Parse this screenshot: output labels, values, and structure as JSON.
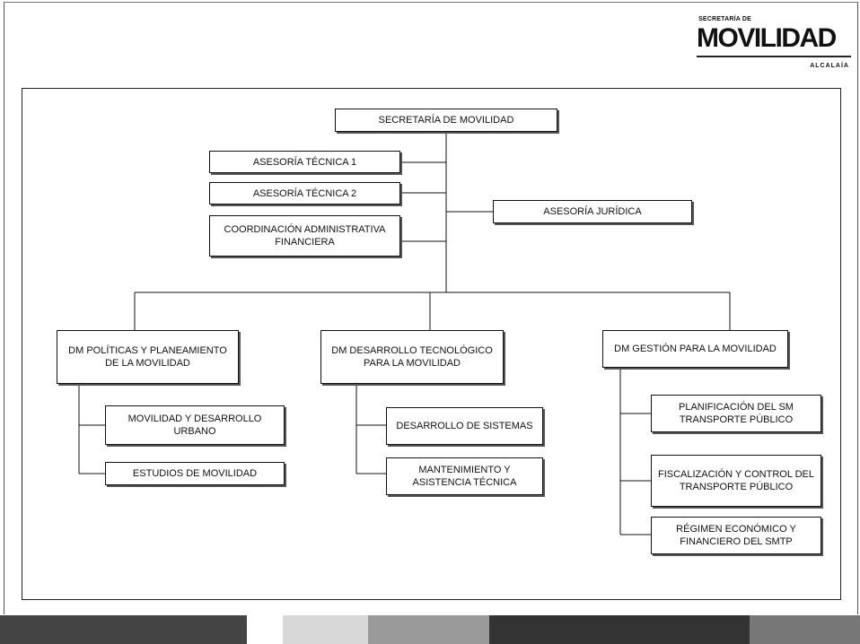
{
  "logo": {
    "prefix": "SECRETARÍA DE",
    "name": "MOVILIDAD",
    "city": "ALCALAÍA"
  },
  "chart": {
    "root": "SECRETARÍA DE MOVILIDAD",
    "advisors_left": [
      "ASESORÍA TÉCNICA 1",
      "ASESORÍA TÉCNICA 2",
      "COORDINACIÓN ADMINISTRATIVA FINANCIERA"
    ],
    "advisor_right": "ASESORÍA JURÍDICA",
    "branches": [
      {
        "title": "DM POLÍTICAS Y PLANEAMIENTO DE LA MOVILIDAD",
        "units": [
          "MOVILIDAD Y DESARROLLO URBANO",
          "ESTUDIOS DE MOVILIDAD"
        ]
      },
      {
        "title": "DM DESARROLLO TECNOLÓGICO PARA LA MOVILIDAD",
        "units": [
          "DESARROLLO DE SISTEMAS",
          "MANTENIMIENTO Y ASISTENCIA TÉCNICA"
        ]
      },
      {
        "title": "DM GESTIÓN PARA LA MOVILIDAD",
        "units": [
          "PLANIFICACIÓN DEL SM TRANSPORTE PÚBLICO",
          "FISCALIZACIÓN Y CONTROL DEL TRANSPORTE PÚBLICO",
          "RÉGIMEN ECONÓMICO Y FINANCIERO DEL SMTP"
        ]
      }
    ]
  },
  "colors": {
    "line": "#111111",
    "box_border": "#111111",
    "shadow": "#555555"
  }
}
